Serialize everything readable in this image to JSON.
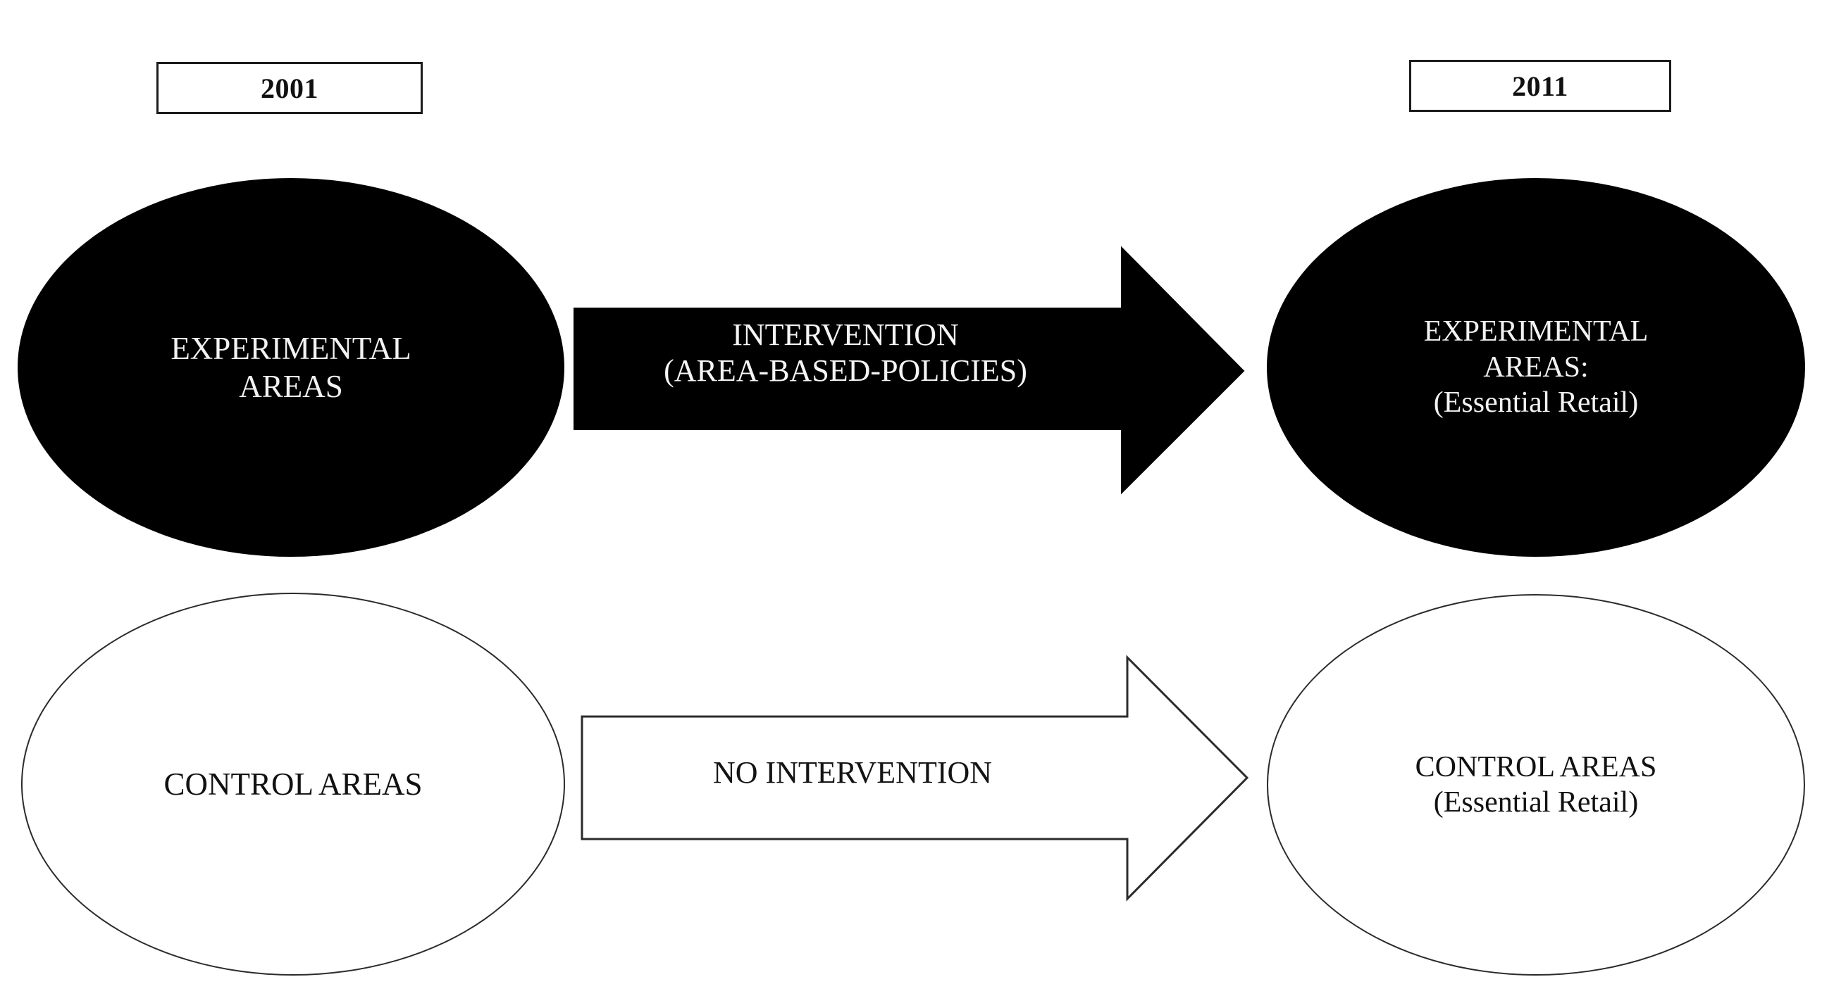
{
  "diagram": {
    "title_hidden": "",
    "background_color": "#ffffff",
    "fill_color": "#000000",
    "outline_color": "#2b2b2b",
    "light_text_color": "#f2f2f2",
    "dark_text_color": "#111111"
  },
  "timeline": {
    "start_label": "2001",
    "end_label": "2011"
  },
  "nodes": {
    "experimental_2001": {
      "line1": "EXPERIMENTAL",
      "line2": "AREAS",
      "style": "filled"
    },
    "experimental_2011": {
      "line1": "EXPERIMENTAL",
      "line2": "AREAS:",
      "line3": "(Essential Retail)",
      "style": "filled"
    },
    "control_2001": {
      "line1": "CONTROL AREAS",
      "style": "outlined"
    },
    "control_2011": {
      "line1": "CONTROL AREAS",
      "line2": "(Essential Retail)",
      "style": "outlined"
    }
  },
  "arrows": {
    "intervention": {
      "line1": "INTERVENTION",
      "line2": "(AREA-BASED-POLICIES)",
      "style": "filled",
      "direction": "right"
    },
    "no_intervention": {
      "line1": "NO INTERVENTION",
      "style": "outlined",
      "direction": "right"
    }
  }
}
